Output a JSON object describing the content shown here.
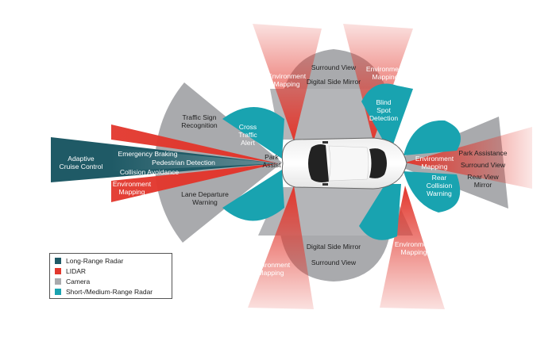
{
  "colors": {
    "long_range_radar": "#1f5a66",
    "lidar": "#e2372d",
    "camera": "#a9aaad",
    "short_medium_range_radar": "#19a3b0"
  },
  "legend": [
    {
      "label": "Long-Range Radar",
      "color": "#1f5a66"
    },
    {
      "label": "LIDAR",
      "color": "#e2372d"
    },
    {
      "label": "Camera",
      "color": "#a9aaad"
    },
    {
      "label": "Short-/Medium-Range Radar",
      "color": "#19a3b0"
    }
  ],
  "labels": {
    "adaptive_cruise": [
      "Adaptive",
      "Cruise Control"
    ],
    "emergency_braking": "Emergency Braking",
    "pedestrian_detection": "Pedestrian Detection",
    "collision_avoidance": "Collision Avoidance",
    "env_mapping_left": [
      "Environment",
      "Mapping"
    ],
    "traffic_sign": [
      "Traffic Sign",
      "Recognition"
    ],
    "cross_traffic": [
      "Cross",
      "Traffic",
      "Alert"
    ],
    "lane_departure": [
      "Lane Departure",
      "Warning"
    ],
    "park_assist_front": [
      "Park",
      "Assist"
    ],
    "env_mapping_top_left": [
      "Environment",
      "Mapping"
    ],
    "surround_view_top": "Surround View",
    "digital_mirror_top": "Digital Side Mirror",
    "env_mapping_top_right": [
      "Environment",
      "Mapping"
    ],
    "blind_spot": [
      "Blind",
      "Spot",
      "Detection"
    ],
    "env_mapping_rear": [
      "Environment",
      "Mapping"
    ],
    "park_assistance": "Park Assistance",
    "surround_view_rear": "Surround View",
    "rear_view_mirror": [
      "Rear View",
      "Mirror"
    ],
    "rear_collision": [
      "Rear",
      "Collision",
      "Warning"
    ],
    "digital_mirror_bottom": "Digital Side Mirror",
    "surround_view_bottom": "Surround View",
    "env_mapping_bottom_left": [
      "Environment",
      "Mapping"
    ],
    "env_mapping_bottom_right": [
      "Environment",
      "Mapping"
    ]
  }
}
